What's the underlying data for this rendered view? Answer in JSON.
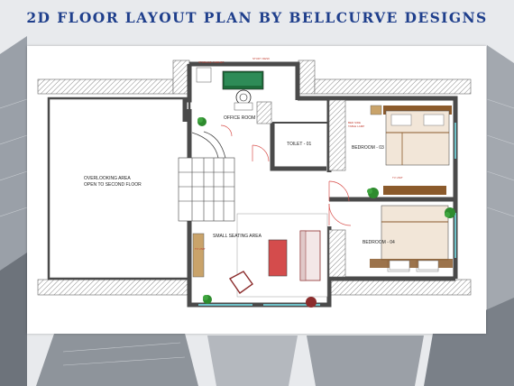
{
  "title": "2D FLOOR LAYOUT PLAN BY BELLCURVE DESIGNS",
  "rooms": {
    "office": "OFFICE ROOM",
    "toilet": "TOILET - 01",
    "bedroom3": "BEDROOM - 03",
    "bedroom4": "BEDROOM - 04",
    "seating": "SMALL SEATING AREA",
    "overlook_line1": "OVERLOOKING AREA",
    "overlook_line2": "OPEN TO SECOND FLOOR"
  },
  "colors": {
    "title": "#1f3f8c",
    "wall": "#4a4a4a",
    "hatch": "#8a8a8a",
    "wood": "#8b5a2b",
    "bed": "#f2e6d8",
    "plant": "#2e8b2e",
    "window": "#6fc2c9",
    "door": "#d9534f",
    "tv": "#d44c4c"
  }
}
